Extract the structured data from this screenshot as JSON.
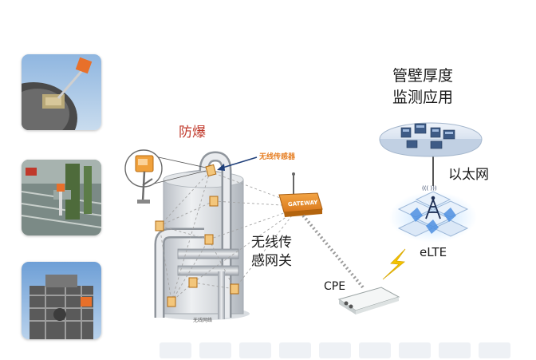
{
  "labels": {
    "explosion_proof": "防爆",
    "wireless_sensor": "无线传感器",
    "gateway_badge": "GATEWAY",
    "wireless_gateway": "无线传\n感网关",
    "tower_caption": "无线网络",
    "cpe": "CPE",
    "elte": "eLTE",
    "ethernet": "以太网",
    "app_title": "管壁厚度\n监测应用",
    "signal_text": "((( )))"
  },
  "colors": {
    "explosion_label": "#c0392b",
    "sensor_orange": "#e8902a",
    "sensor_label": "#e67e22",
    "lightning": "#f5c400",
    "tank": "#cfd3d8",
    "link_dotted": "#9a9a9a",
    "network_blue": "#6aa0e0"
  },
  "icons": {
    "sensor": "sensor-box-icon",
    "gateway": "gateway-icon",
    "cpe": "cpe-device-icon",
    "tower": "radio-tower-icon",
    "servers": "server-cluster-icon",
    "lightning": "lightning-icon"
  }
}
